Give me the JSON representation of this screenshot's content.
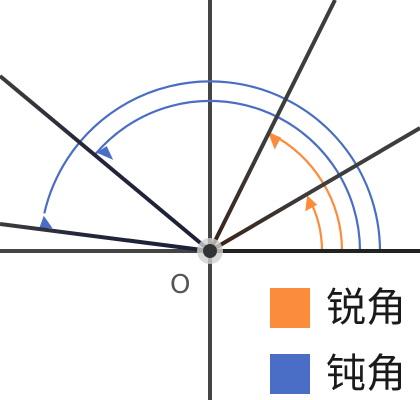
{
  "origin_label": "O",
  "colors": {
    "acute": "#fb8c3c",
    "obtuse": "#4a6ec5",
    "axis": "#444444",
    "ray": "#2b2b2b"
  },
  "legend": [
    {
      "key": "acute",
      "label": "锐角"
    },
    {
      "key": "obtuse",
      "label": "钝角"
    }
  ]
}
